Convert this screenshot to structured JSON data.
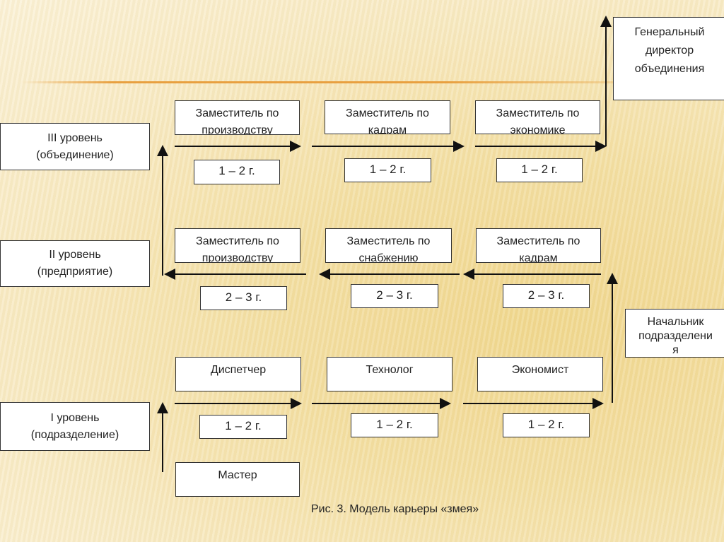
{
  "levels": {
    "iii": [
      "III уровень",
      "(объединение)"
    ],
    "ii": [
      "II уровень",
      "(предприятие)"
    ],
    "i": [
      "I уровень",
      "(подразделение)"
    ]
  },
  "top": {
    "director": [
      "Генеральный",
      "директор",
      "объединения"
    ]
  },
  "row3": {
    "positions": [
      [
        "Заместитель по",
        "производству"
      ],
      [
        "Заместитель по",
        "кадрам"
      ],
      [
        "Заместитель по",
        "экономике"
      ]
    ],
    "durations": [
      "1 – 2 г.",
      "1 – 2 г.",
      "1 – 2 г."
    ]
  },
  "row2": {
    "positions": [
      [
        "Заместитель по",
        "производству"
      ],
      [
        "Заместитель по",
        "снабжению"
      ],
      [
        "Заместитель по",
        "кадрам"
      ]
    ],
    "durations": [
      "2 – 3 г.",
      "2 – 3 г.",
      "2 – 3 г."
    ]
  },
  "row1": {
    "positions": [
      "Диспетчер",
      "Технолог",
      "Экономист"
    ],
    "durations": [
      "1 – 2 г.",
      "1 – 2 г.",
      "1 – 2 г."
    ]
  },
  "master": "Мастер",
  "head": [
    "Начальник",
    "подразделени",
    "я"
  ],
  "caption": "Рис. 3. Модель карьеры «змея»"
}
